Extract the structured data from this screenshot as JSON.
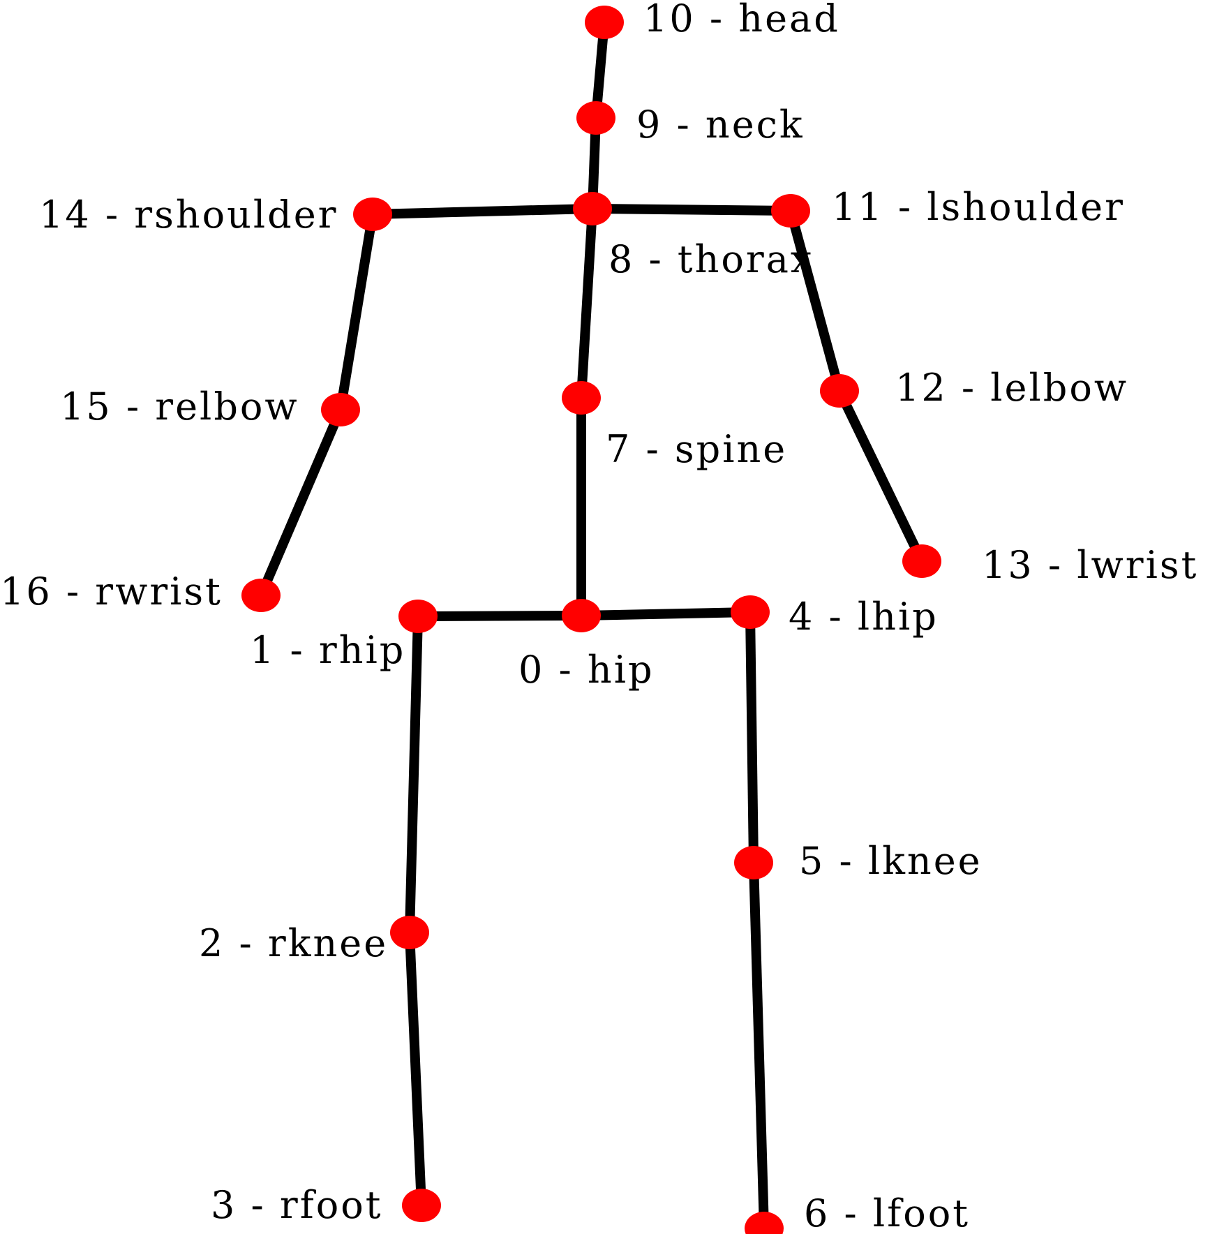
{
  "colors": {
    "joint": "#ff0000",
    "bone": "#000000",
    "background": "#ffffff"
  },
  "joints": [
    {
      "id": "0",
      "label": "0 - hip"
    },
    {
      "id": "1",
      "label": "1 - rhip"
    },
    {
      "id": "2",
      "label": "2 - rknee"
    },
    {
      "id": "3",
      "label": "3 - rfoot"
    },
    {
      "id": "4",
      "label": "4 - lhip"
    },
    {
      "id": "5",
      "label": "5 - lknee"
    },
    {
      "id": "6",
      "label": "6 - lfoot"
    },
    {
      "id": "7",
      "label": "7 - spine"
    },
    {
      "id": "8",
      "label": "8 - thorax"
    },
    {
      "id": "9",
      "label": "9 - neck"
    },
    {
      "id": "10",
      "label": "10 - head"
    },
    {
      "id": "11",
      "label": "11 - lshoulder"
    },
    {
      "id": "12",
      "label": "12 - lelbow"
    },
    {
      "id": "13",
      "label": "13 - lwrist"
    },
    {
      "id": "14",
      "label": "14 - rshoulder"
    },
    {
      "id": "15",
      "label": "15 - relbow"
    },
    {
      "id": "16",
      "label": "16 - rwrist"
    }
  ],
  "bones": [
    [
      "10",
      "9"
    ],
    [
      "9",
      "8"
    ],
    [
      "8",
      "14"
    ],
    [
      "8",
      "11"
    ],
    [
      "8",
      "7"
    ],
    [
      "14",
      "15"
    ],
    [
      "15",
      "16"
    ],
    [
      "11",
      "12"
    ],
    [
      "12",
      "13"
    ],
    [
      "7",
      "0"
    ],
    [
      "0",
      "1"
    ],
    [
      "0",
      "4"
    ],
    [
      "1",
      "2"
    ],
    [
      "2",
      "3"
    ],
    [
      "4",
      "5"
    ],
    [
      "5",
      "6"
    ]
  ]
}
